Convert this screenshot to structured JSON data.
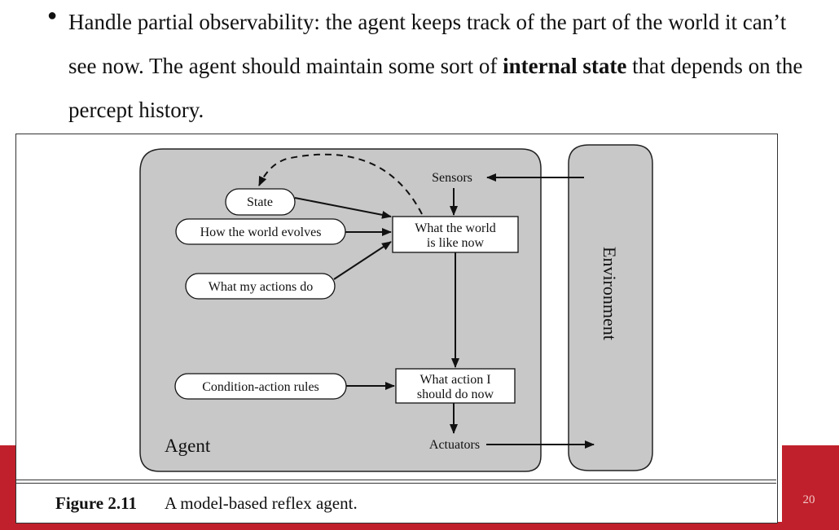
{
  "slide": {
    "bullet": {
      "text_before": "Handle partial observability: the agent keeps track of the part of the world it can’t see now. The agent should maintain some sort of ",
      "bold": "internal state",
      "text_after": " that depends on the percept history."
    },
    "page_number": "20"
  },
  "diagram": {
    "agent_label": "Agent",
    "environment_label": "Environment",
    "sensors": "Sensors",
    "actuators": "Actuators",
    "state": "State",
    "how_world_evolves": "How the world evolves",
    "what_my_actions_do": "What my actions do",
    "condition_action_rules": "Condition-action rules",
    "what_world_like_line1": "What the world",
    "what_world_like_line2": "is like now",
    "what_action_line1": "What action I",
    "what_action_line2": "should do now"
  },
  "caption": {
    "label": "Figure 2.11",
    "text": "A model-based reflex agent."
  },
  "colors": {
    "accent_red": "#c0202b",
    "panel_gray": "#c8c8c8"
  }
}
